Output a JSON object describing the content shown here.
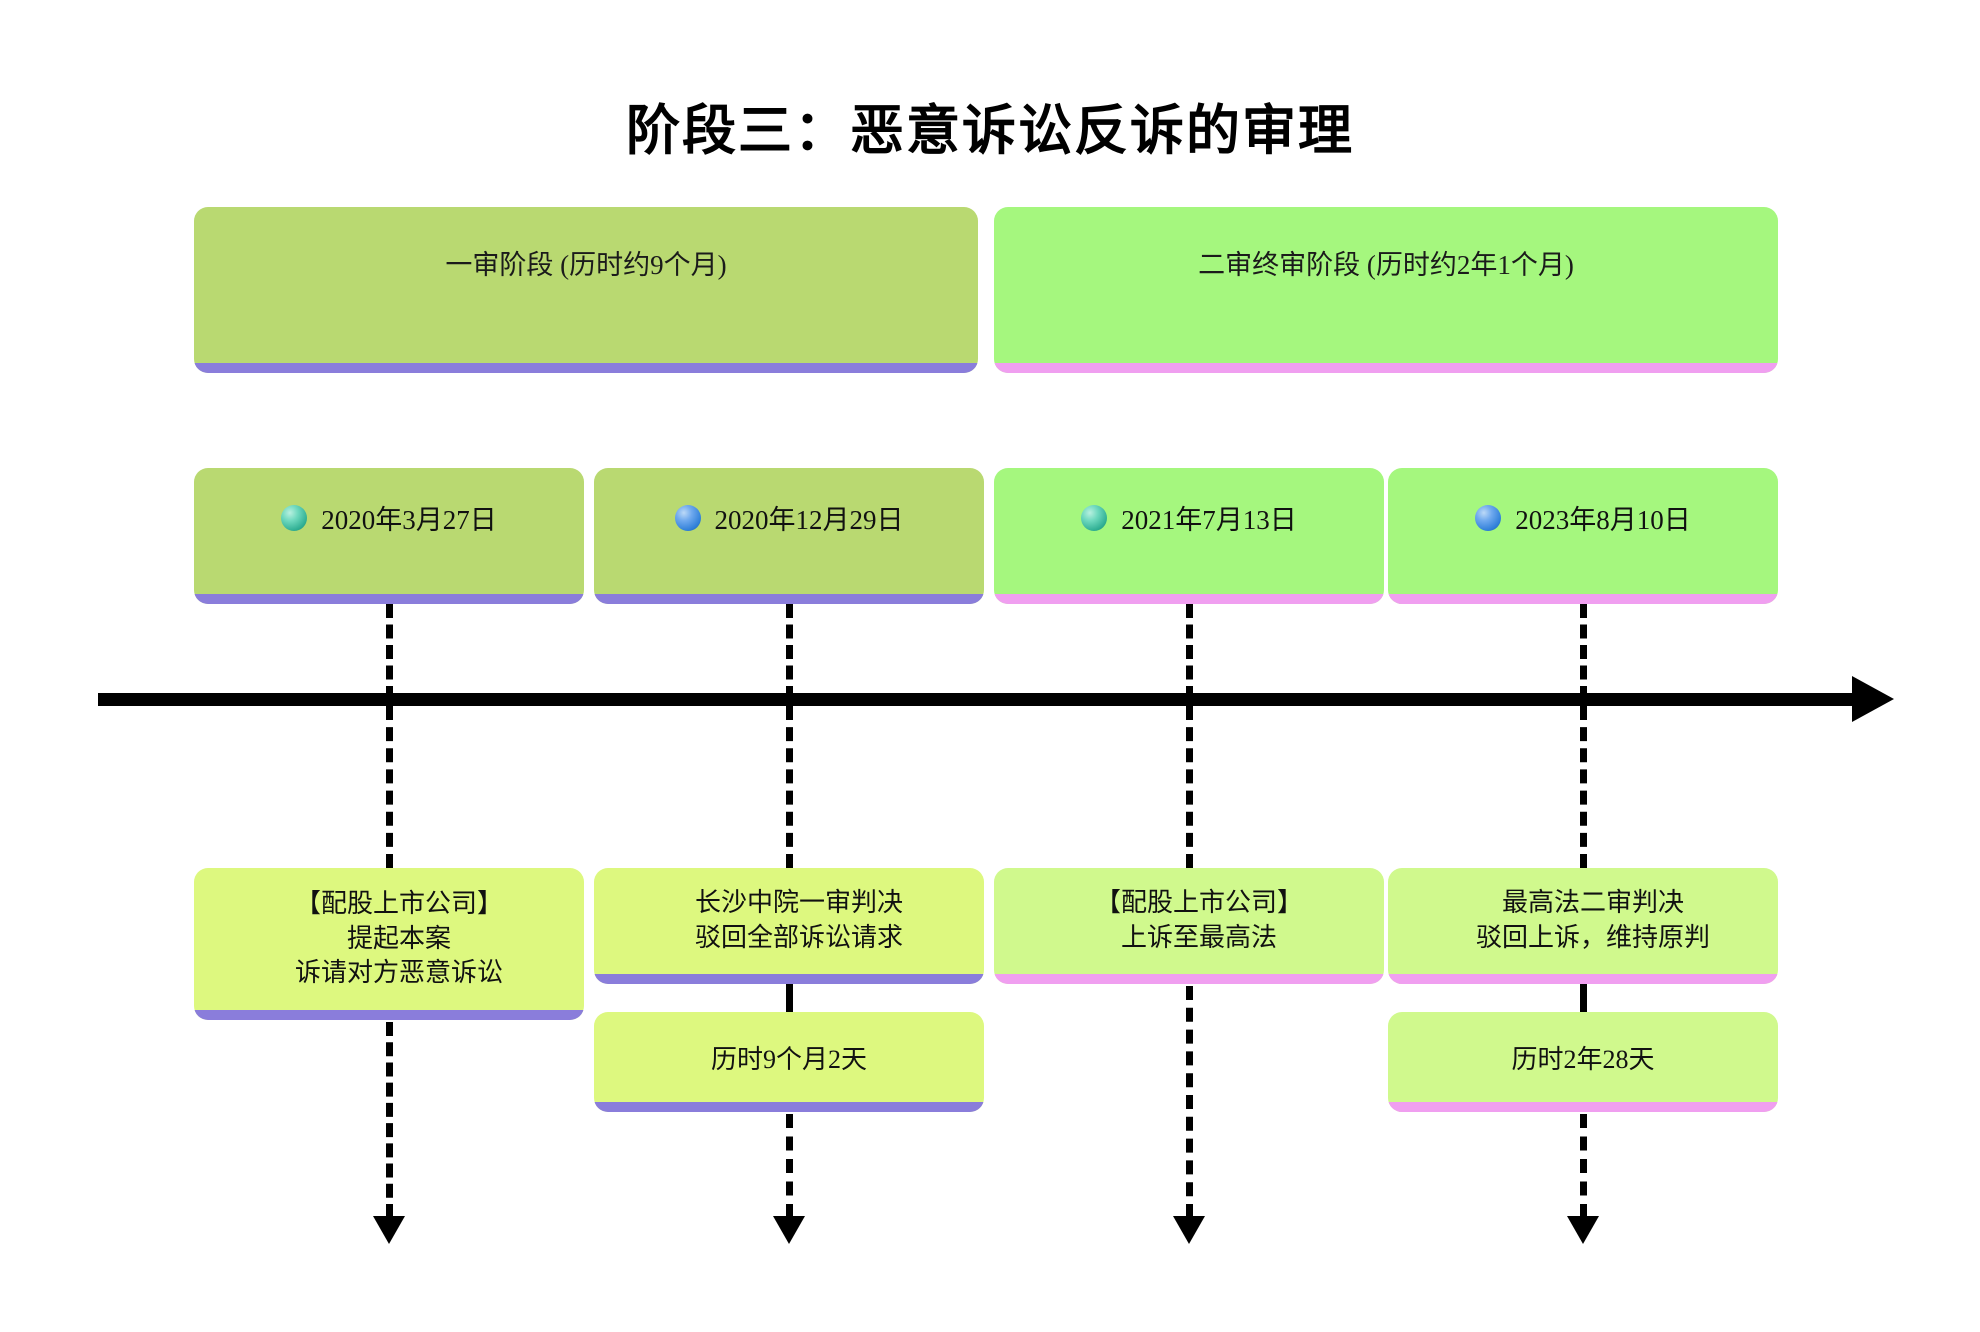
{
  "title": "阶段三：恶意诉讼反诉的审理",
  "phases": [
    {
      "label": "一审阶段 (历时约9个月)",
      "fill": "#b9d971",
      "underbar": "#8a7ddb"
    },
    {
      "label": "二审终审阶段 (历时约2年1个月)",
      "fill": "#a5f77e",
      "underbar": "#f09ff0"
    }
  ],
  "milestones": [
    {
      "date": "2020年3月27日",
      "bullet": "teal-sphere-icon",
      "fill": "#b9d971",
      "underbar": "#8a7ddb"
    },
    {
      "date": "2020年12月29日",
      "bullet": "blue-sphere-icon",
      "fill": "#b9d971",
      "underbar": "#8a7ddb"
    },
    {
      "date": "2021年7月13日",
      "bullet": "teal-sphere-icon",
      "fill": "#a5f77e",
      "underbar": "#f09ff0"
    },
    {
      "date": "2023年8月10日",
      "bullet": "blue-sphere-icon",
      "fill": "#a5f77e",
      "underbar": "#f09ff0"
    }
  ],
  "events": [
    {
      "text": "【配股上市公司】\n提起本案\n诉请对方恶意诉讼",
      "fill": "#ddf87f",
      "underbar": "#8a7ddb"
    },
    {
      "text": "长沙中院一审判决\n驳回全部诉讼请求",
      "fill": "#ddf87f",
      "underbar": "#8a7ddb"
    },
    {
      "text": "【配股上市公司】\n上诉至最高法",
      "fill": "#d0f98d",
      "underbar": "#f09ff0"
    },
    {
      "text": "最高法二审判决\n驳回上诉，维持原判",
      "fill": "#d0f98d",
      "underbar": "#f09ff0"
    }
  ],
  "durations": [
    {
      "text": "历时9个月2天",
      "fill": "#ddf87f",
      "underbar": "#8a7ddb"
    },
    {
      "text": "历时2年28天",
      "fill": "#d0f98d",
      "underbar": "#f09ff0"
    }
  ],
  "axis": {
    "direction": "left-to-right",
    "arrow": "right-arrow-icon"
  }
}
